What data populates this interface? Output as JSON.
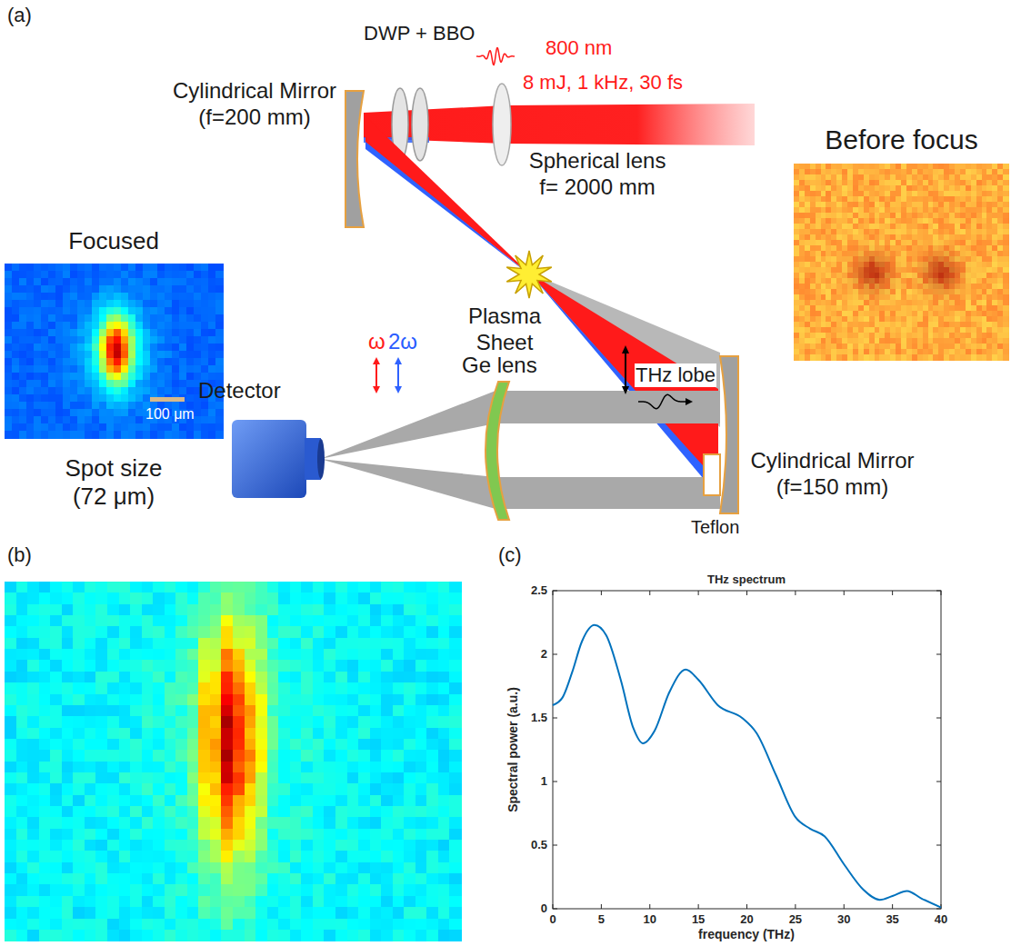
{
  "diagram": {
    "labels": [
      "(a)",
      "DWP + BBO",
      "800 nm",
      "8 mJ, 1 kHz, 30 fs",
      "Cylindrical Mirror (f=200 mm)",
      "Spherical lens f= 2000 mm",
      "Before focus",
      "Focused",
      "100 μm",
      "Spot size (72 μm)",
      "ω",
      "2ω",
      "Plasma Sheet",
      "THz lobe",
      "Detector",
      "Ge lens",
      "Teflon",
      "Cylindrical Mirror (f=150 mm)",
      "(b)",
      "(c)",
      "THz spectrum",
      "Spectral power (a.u.)",
      "frequency (THz)",
      "0",
      "0.5",
      "1",
      "1.5",
      "2",
      "2.5",
      "0",
      "5",
      "10",
      "15",
      "20",
      "25",
      "30",
      "35",
      "40"
    ]
  }
}
